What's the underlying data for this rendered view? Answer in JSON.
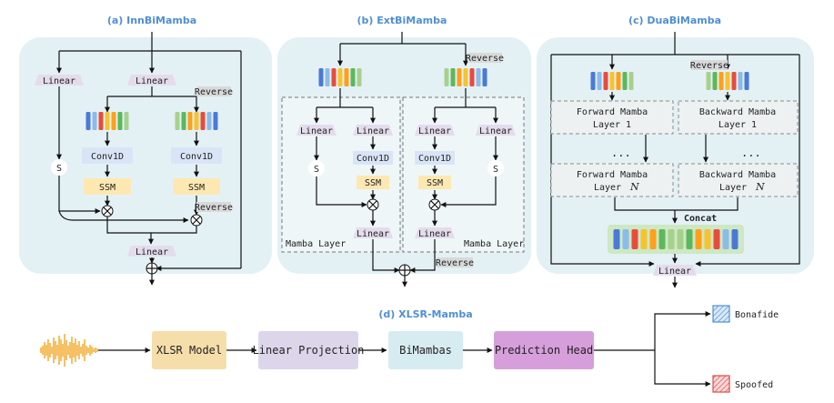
{
  "panels": {
    "a": {
      "title": "(a) InnBiMamba",
      "linear": "Linear",
      "reverse": "Reverse",
      "conv": "Conv1D",
      "ssm": "SSM",
      "s": "S"
    },
    "b": {
      "title": "(b) ExtBiMamba",
      "linear": "Linear",
      "reverse": "Reverse",
      "conv": "Conv1D",
      "ssm": "SSM",
      "s": "S",
      "mamba_layer": "Mamba Layer"
    },
    "c": {
      "title": "(c) DuaBiMamba",
      "reverse": "Reverse",
      "forward_layer_1": "Forward Mamba\nLayer 1",
      "backward_layer_1": "Backward Mamba\nLayer 1",
      "forward_layer_n": "Forward Mamba\nLayer N",
      "backward_layer_n": "Backward Mamba\nLayer N",
      "ellipsis": "...",
      "concat": "Concat",
      "linear": "Linear"
    },
    "d": {
      "title": "(d) XLSR-Mamba",
      "xlsr": "XLSR Model",
      "linear_projection": "Linear Projection",
      "bimambas": "BiMambas",
      "prediction_head": "Prediction Head",
      "bonafide": "Bonafide",
      "spoofed": "Spoofed"
    }
  },
  "colors": {
    "title": "#4f8fd4",
    "panel_bg": "#e3f1f5",
    "linear_box": "#e4dcec",
    "conv_box": "#d9e5f7",
    "ssm_box": "#fde8b2",
    "reverse_box": "#d9d9d9",
    "xlsr_box": "#f6deaa",
    "proj_box": "#ddd6eb",
    "bimamba_box": "#d7ecf1",
    "head_box": "#d69fdb",
    "bonafide_icon": "#4a90d9",
    "spoofed_icon": "#e04848"
  },
  "token_colors": [
    "#4a79d6",
    "#8bbbe9",
    "#e74c3c",
    "#f4c430",
    "#ff9f1c",
    "#5cb85c",
    "#a8d08d"
  ]
}
